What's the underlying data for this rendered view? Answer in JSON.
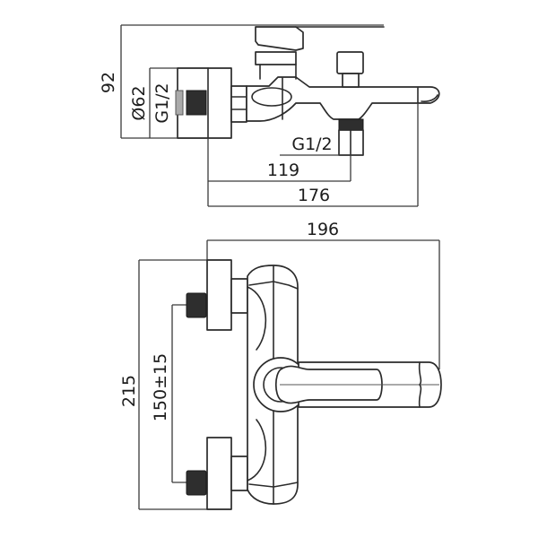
{
  "drawing": {
    "subject": "wall-mounted bath mixer faucet",
    "views": [
      "side-view",
      "front-view"
    ],
    "colors": {
      "line": "#2b2b2b",
      "thread": "#2e2e2e",
      "background": "#ffffff"
    }
  },
  "side_view": {
    "dimensions": {
      "height": "92",
      "diameter": "Ø62",
      "inlet_thread": "G1/2",
      "outlet_thread": "G1/2",
      "outlet_distance": "119",
      "depth": "176"
    }
  },
  "front_view": {
    "dimensions": {
      "overall_width": "196",
      "overall_height": "215",
      "inlet_spacing": "150±15"
    }
  }
}
